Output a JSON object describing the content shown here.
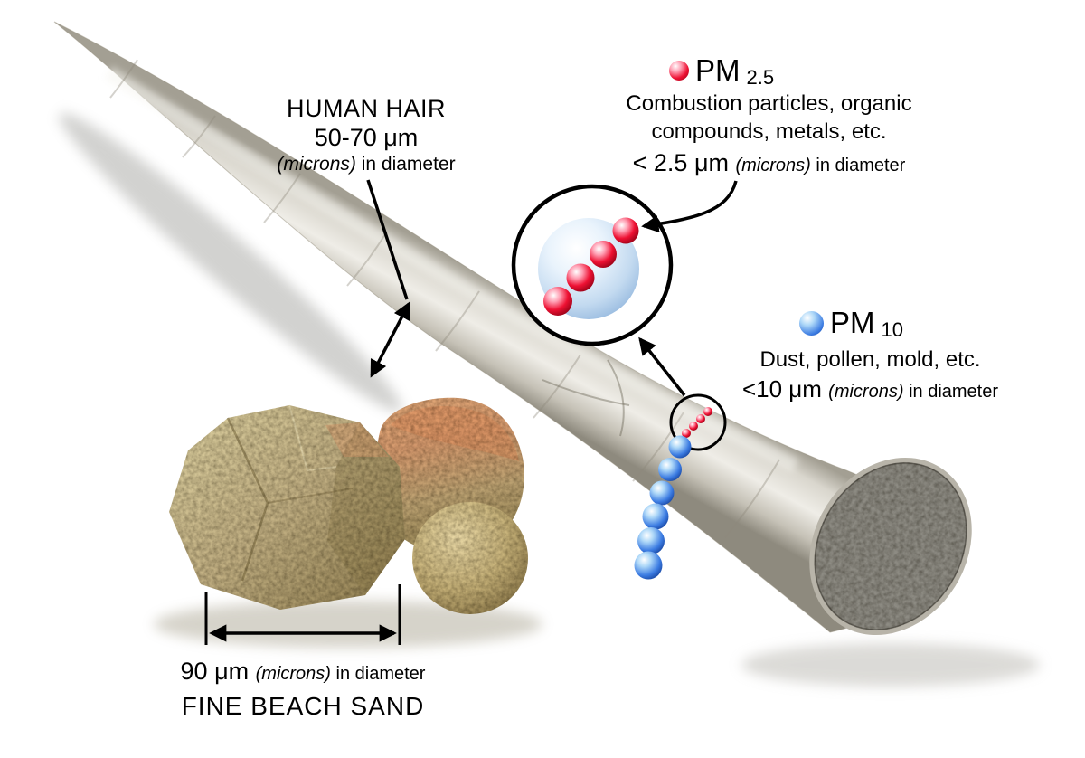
{
  "hair_label": {
    "title": "HUMAN HAIR",
    "size": "50-70 μm",
    "note_italic": "(microns)",
    "note_rest": " in diameter"
  },
  "pm25": {
    "name": "PM",
    "sub": "2.5",
    "line1": "Combustion particles, organic",
    "line2": "compounds, metals, etc.",
    "size": "< 2.5 μm ",
    "note_italic": "(microns)",
    "note_rest": " in diameter"
  },
  "pm10": {
    "name": "PM",
    "sub": "10",
    "line1": "Dust, pollen, mold, etc.",
    "size": "<10 μm ",
    "note_italic": "(microns)",
    "note_rest": " in diameter"
  },
  "sand_label": {
    "size": "90 μm ",
    "note_italic": "(microns)",
    "note_rest": " in diameter",
    "title": "FINE BEACH SAND"
  },
  "icons": {
    "pm25_marker": "red-sphere-icon",
    "pm10_marker": "blue-sphere-icon"
  },
  "colors": {
    "background": "#ffffff",
    "text": "#000000",
    "pm25_red": "#ee1133",
    "pm10_blue": "#3c7ce2",
    "hair_gray": "#d5d2c9",
    "hair_cut_gray": "#8d8b83",
    "sand_khaki": "#c2b083",
    "sand_orange": "#dd8e5c"
  }
}
